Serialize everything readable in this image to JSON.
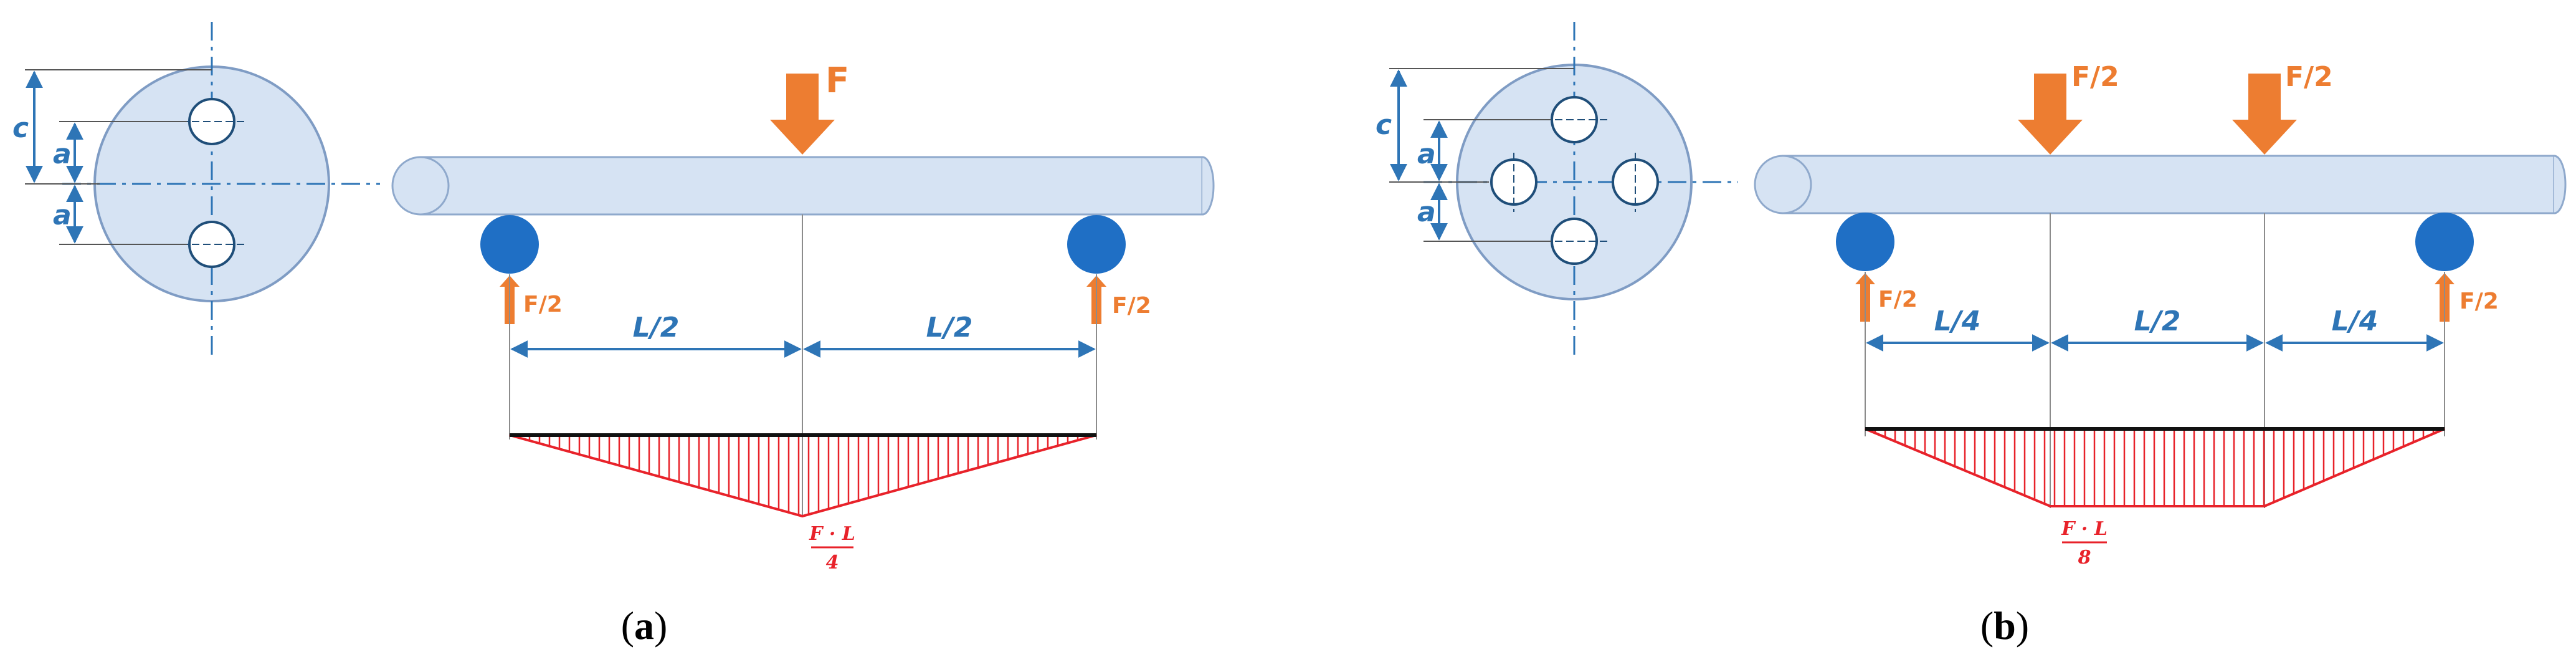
{
  "panels": [
    {
      "id": "a",
      "caption_open": "(",
      "caption_letter": "a",
      "caption_close": ")",
      "load_labels": [
        "F"
      ],
      "reaction_left": "F/2",
      "reaction_right": "F/2",
      "span_labels": [
        "L/2",
        "L/2"
      ],
      "moment_numerator": "F · L",
      "moment_denominator": "4",
      "section_labels": {
        "c": "c",
        "a1": "a",
        "a2": "a"
      }
    },
    {
      "id": "b",
      "caption_open": "(",
      "caption_letter": "b",
      "caption_close": ")",
      "load_labels": [
        "F/2",
        "F/2"
      ],
      "reaction_left": "F/2",
      "reaction_right": "F/2",
      "span_labels": [
        "L/4",
        "L/2",
        "L/4"
      ],
      "moment_numerator": "F · L",
      "moment_denominator": "8",
      "section_labels": {
        "c": "c",
        "a1": "a",
        "a2": "a"
      }
    }
  ],
  "colors": {
    "shaft_fill": "#d6e3f3",
    "shaft_stroke": "#8fa9cc",
    "dim_blue": "#2e75b6",
    "support_blue": "#1f6fc5",
    "force_orange": "#ed7d31",
    "moment_red": "#e8222a",
    "guide_gray": "#8c8c8c"
  }
}
